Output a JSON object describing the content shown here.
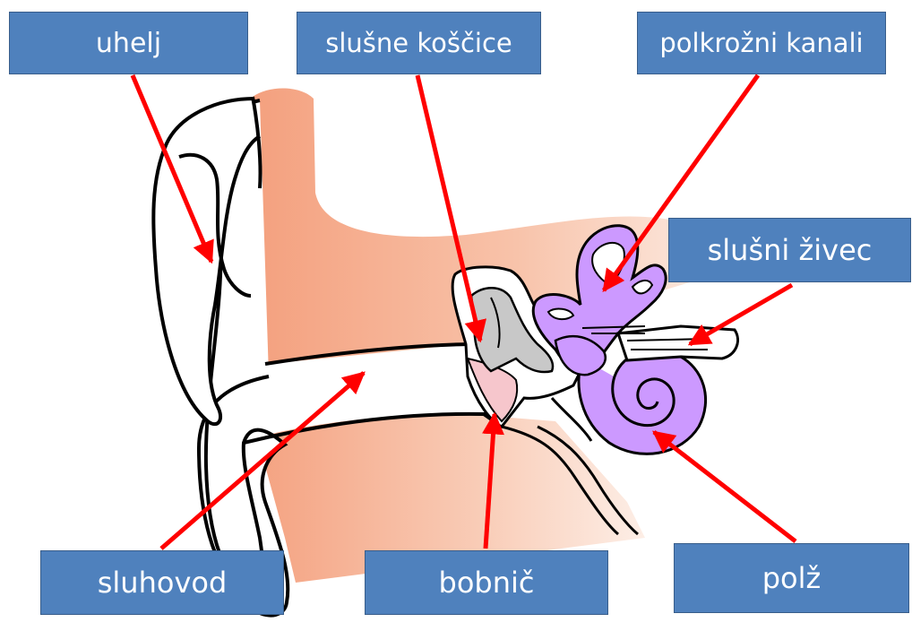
{
  "labels": {
    "uhelj": "uhelj",
    "koscice": "slušne koščice",
    "kanali": "polkrožni kanali",
    "zivec": "slušni živec",
    "sluhovod": "sluhovod",
    "bobnic": "bobnič",
    "polz": "polž"
  },
  "colors": {
    "label_fill": "#4f81bd",
    "label_border": "#385d8a",
    "skin": "#f4a886",
    "cochlea": "#cc99ff",
    "eardrum": "#f6c6cc",
    "ossicles": "#c8c8c8",
    "arrow": "#ff0000"
  }
}
